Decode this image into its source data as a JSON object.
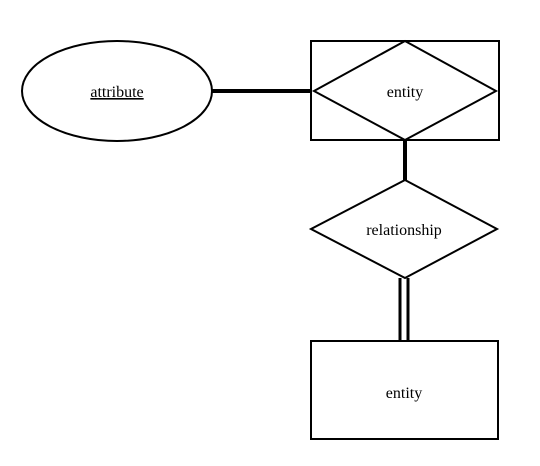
{
  "diagram": {
    "attribute_label": "attribute",
    "top_entity_label": "entity",
    "relationship_label": "relationship",
    "bottom_entity_label": "entity"
  }
}
